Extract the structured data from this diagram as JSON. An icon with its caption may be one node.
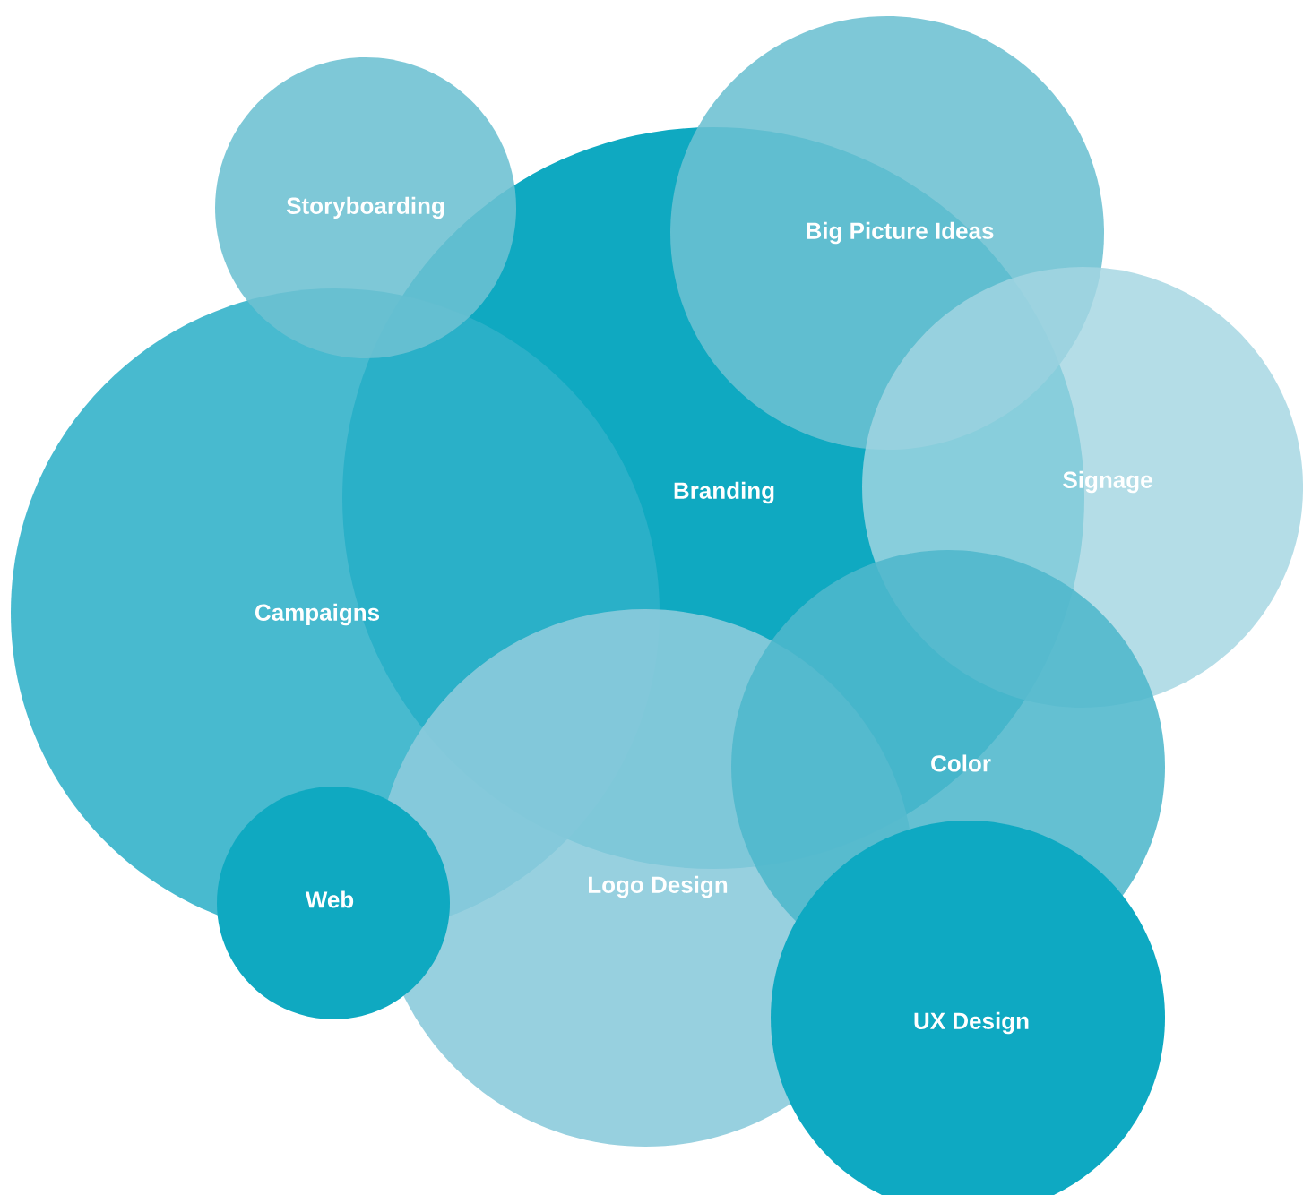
{
  "diagram": {
    "nodes": [
      {
        "text": [
          "Branding"
        ]
      },
      {
        "text": [
          "Campaigns"
        ]
      },
      {
        "text": [
          "Storyboarding"
        ]
      },
      {
        "text": [
          "Big Picture Ideas"
        ]
      },
      {
        "text": [
          "Signage"
        ]
      },
      {
        "text": [
          "Logo Design"
        ]
      },
      {
        "text": [
          "Color"
        ]
      },
      {
        "text": [
          "Web"
        ]
      },
      {
        "text": [
          "UX Design"
        ]
      }
    ]
  }
}
